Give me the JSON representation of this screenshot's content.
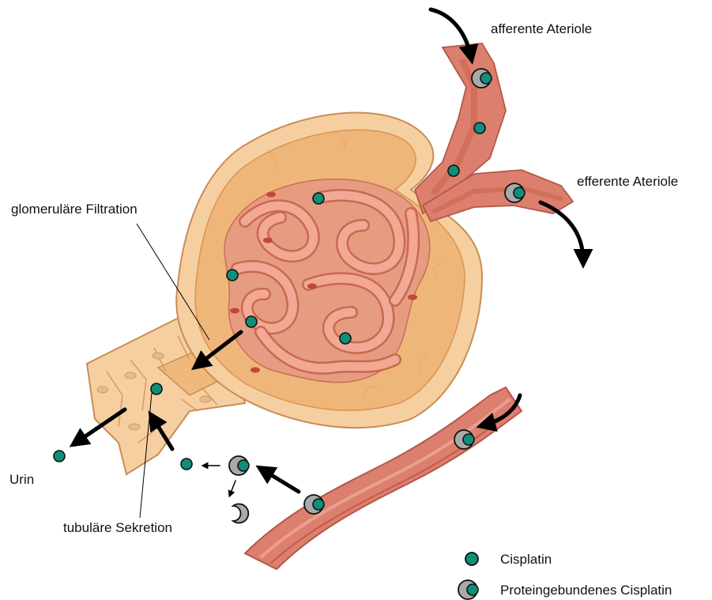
{
  "labels": {
    "afferent": "afferente Ateriole",
    "efferent": "efferente Ateriole",
    "filtration": "glomeruläre Filtration",
    "urine": "Urin",
    "secretion": "tubuläre Sekretion"
  },
  "legend": {
    "free": "Cisplatin",
    "bound": "Proteingebundenes Cisplatin"
  },
  "colors": {
    "cisplatin": "#0f8f7a",
    "protein": "#a9a9a9",
    "vessel": "#dd7f6e",
    "vessel_dark": "#c9644f",
    "capsule": "#efb679",
    "tubule": "#f6cfa0"
  }
}
